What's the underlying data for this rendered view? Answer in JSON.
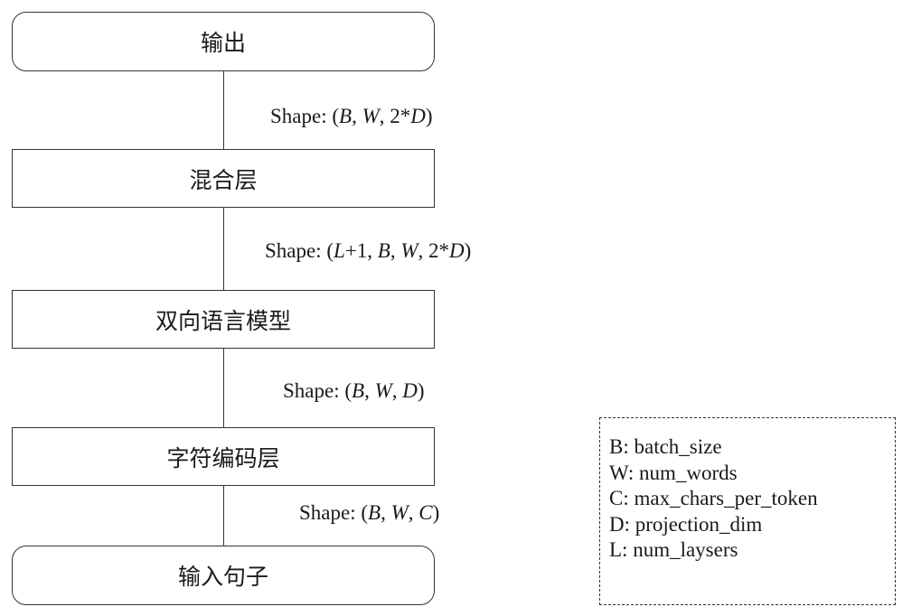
{
  "nodes": {
    "output": "输出",
    "mixing_layer": "混合层",
    "bilm": "双向语言模型",
    "char_encoder": "字符编码层",
    "input": "输入句子"
  },
  "shapes": {
    "mixing_to_output": {
      "prefix": "Shape: (",
      "parts": [
        "B",
        ", ",
        "W",
        ", 2*",
        "D",
        ")"
      ]
    },
    "bilm_to_mixing": {
      "prefix": "Shape: (",
      "parts": [
        "L",
        "+1, ",
        "B",
        ", ",
        "W",
        ", 2*",
        "D",
        ")"
      ]
    },
    "encoder_to_bilm": {
      "prefix": "Shape: (",
      "parts": [
        "B",
        ", ",
        "W",
        ", ",
        "D",
        ")"
      ]
    },
    "input_to_encoder": {
      "prefix": "Shape: (",
      "parts": [
        "B",
        ", ",
        "W",
        ", ",
        "C",
        ")"
      ]
    }
  },
  "legend": [
    "B: batch_size",
    "W: num_words",
    "C: max_chars_per_token",
    "D: projection_dim",
    "L: num_laysers"
  ]
}
